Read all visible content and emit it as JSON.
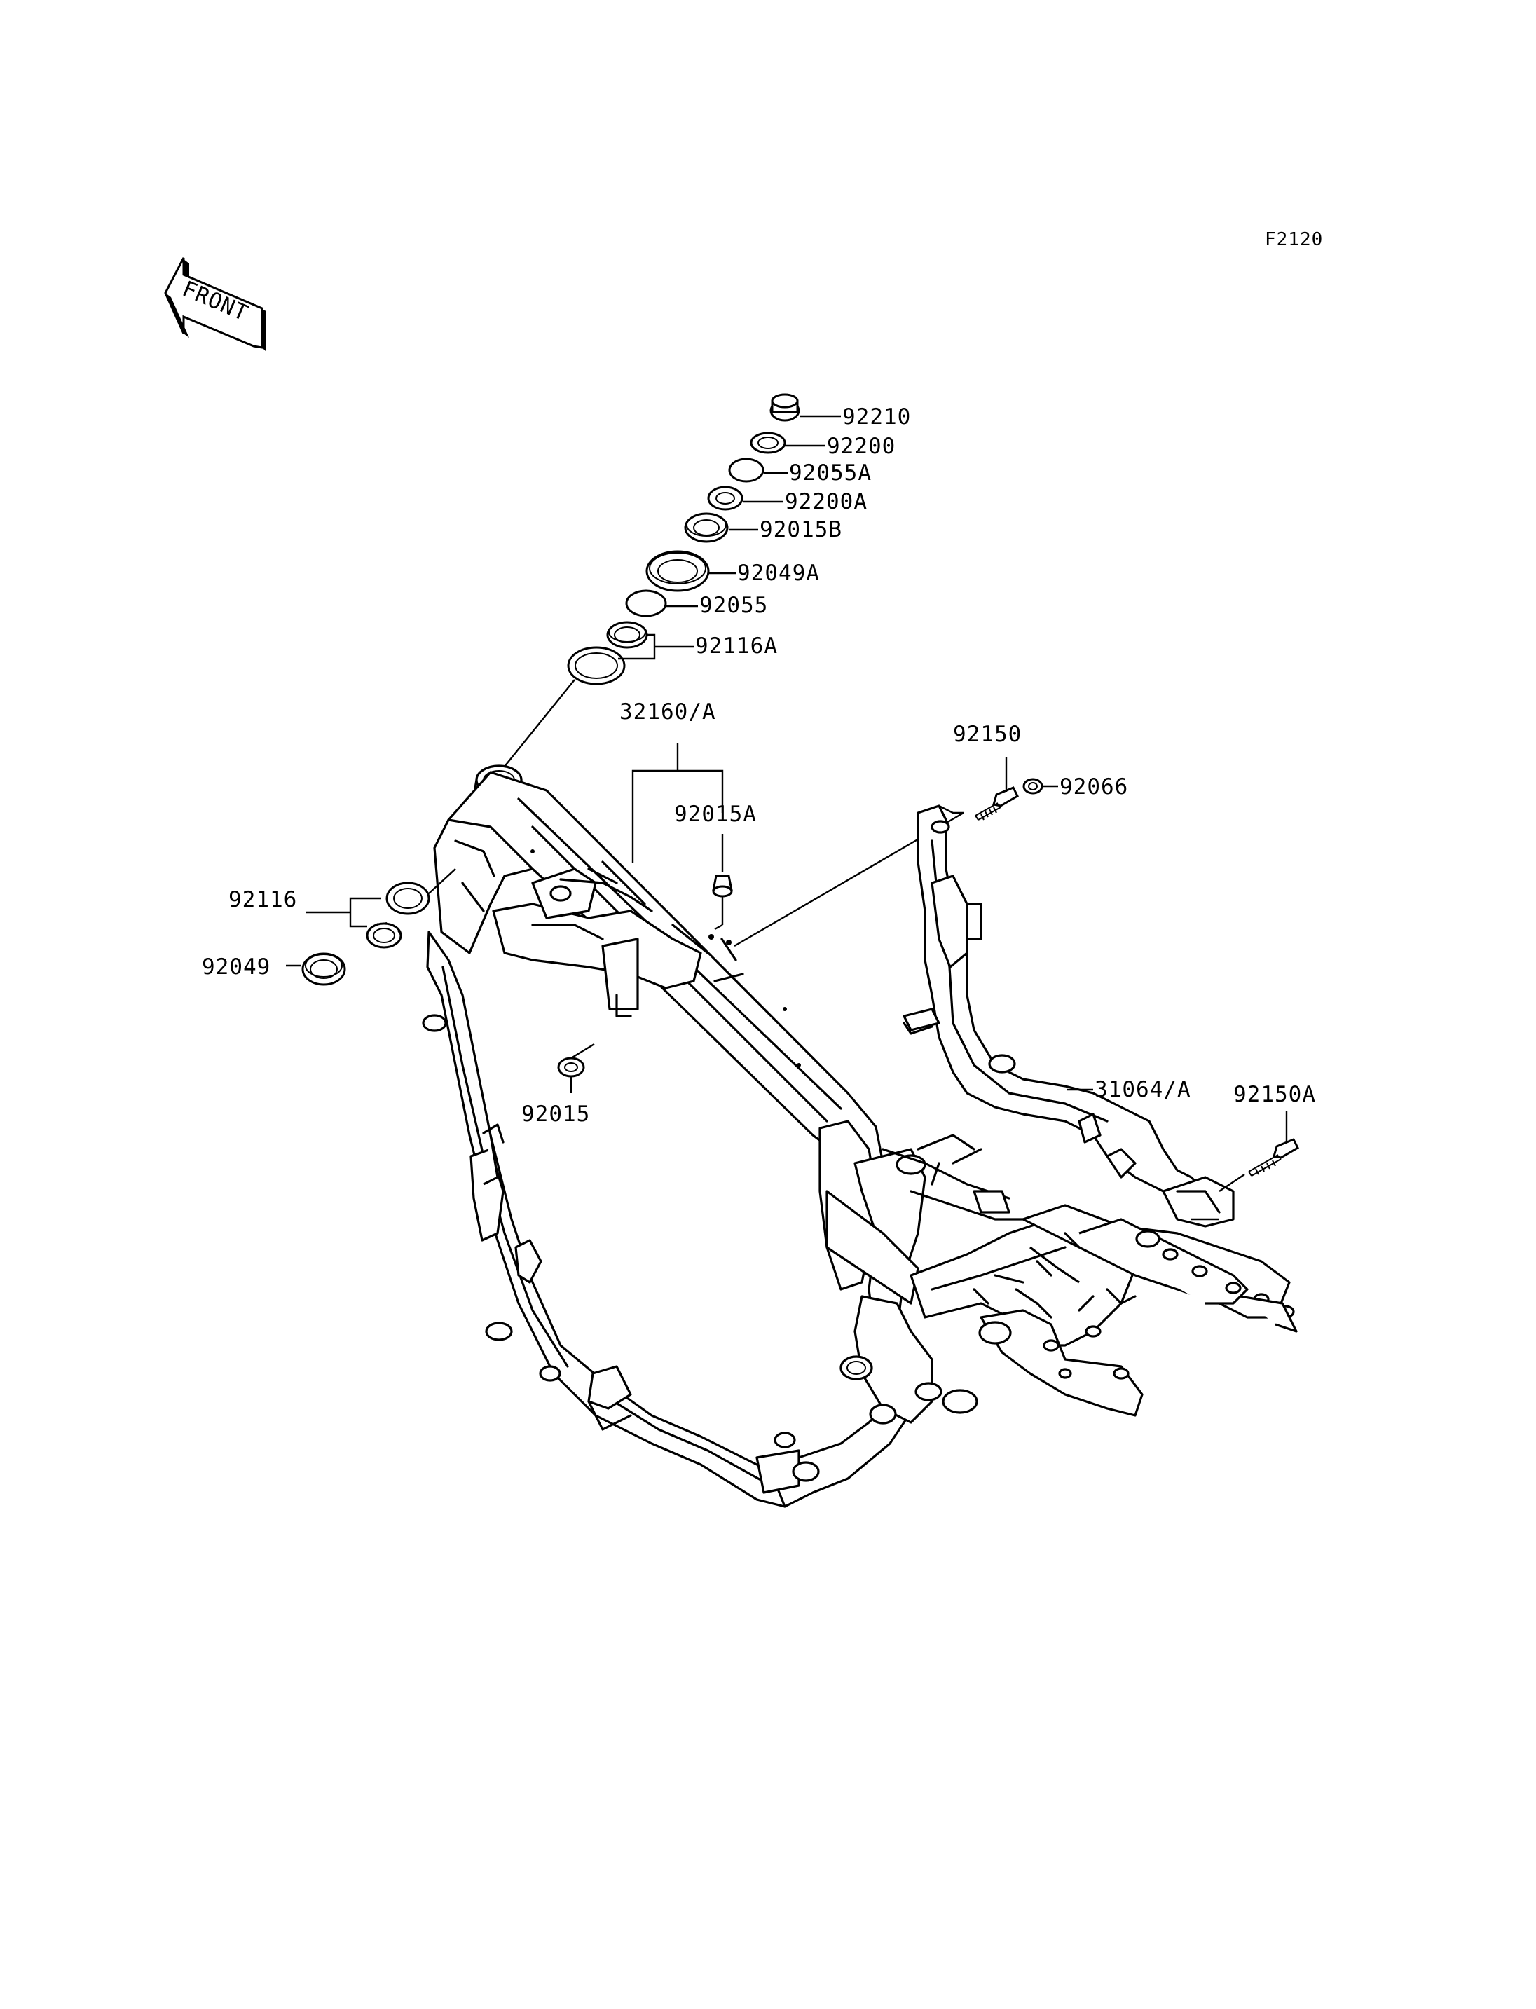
{
  "diagram_code": "F2120",
  "front_arrow": {
    "text": "FRONT",
    "icon": "front-direction-arrow-icon"
  },
  "labels": {
    "p92210": "92210",
    "p92200": "92200",
    "p92055A": "92055A",
    "p92200A": "92200A",
    "p92015B": "92015B",
    "p92049A": "92049A",
    "p92055": "92055",
    "p92116A": "92116A",
    "p32160A": "32160/A",
    "p92015A": "92015A",
    "p92150": "92150",
    "p92066": "92066",
    "p92116": "92116",
    "p92049": "92049",
    "p92015": "92015",
    "p31064A": "31064/A",
    "p92150A": "92150A"
  }
}
